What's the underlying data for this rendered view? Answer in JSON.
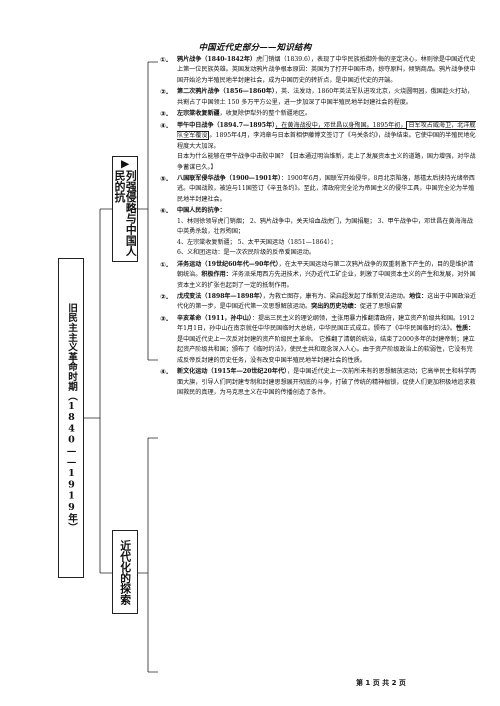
{
  "title": "中国近代史部分——知识结构",
  "main_label": "旧民主主义革命时期（1840——1919年）",
  "section1": {
    "label": "列强侵略与中国人民的抗",
    "bullet": "▶",
    "items": [
      {
        "num": "①.",
        "head": "鸦片战争（1840-1842年）",
        "text": "虎门销烟（1839.6），表现了中华民族抵御外侮的坚定决心，林则徐是中国近代史上第一位民族英雄。英国发动鸦片战争根本原因：英国为了打开中国市场，掠夺原料，倾销商品。鸦片战争使中国开始沦为半殖民地半封建社会，成为中国历史的转折点，是中国近代史的开端。"
      },
      {
        "num": "②.",
        "head": "第二次鸦片战争（1856—1860年）",
        "text": "，英、法发动，1860年英法军队进攻北京，火烧圆明园，俄国趁火打劫，共割占了中国领土 150 多万平方公里，进一步加深了中国半殖民地半封建社会的程度。"
      },
      {
        "num": "③.",
        "head": "左宗棠收复新疆",
        "text": "，收复除伊犁外的整个新疆地区。"
      },
      {
        "num": "④.",
        "head": "甲午中日战争（1894.7—1895年）",
        "text_a": "，在黄海战役中，邓世昌以身殉国。1895年初，",
        "text_u": "日军攻占威海卫，北洋舰队全军覆没",
        "text_b": "。1895年4月，李鸿章与日本首相伊藤博文签订了《马关条约》，战争结束。它使中国的半殖民地化程度大大加深。",
        "text_c": "日本为什么能够在甲午战争中击败中国？【日本通过明治维新，走上了发展资本主义的道路，国力增强，对华战争蓄谋已久。】"
      },
      {
        "num": "⑤.",
        "head": "八国联军侵华战争（1900—1901年）",
        "text": "：1900年6月，国联军开始侵华，8月北京陷落，慈禧太后挟持光绪帝西逃。中国战败，被迫与11国签订《辛丑条约》。至此，清政府完全沦为帝国主义的侵华工具，中国完全沦为半殖民地半封建社会。"
      },
      {
        "num": "⑥.",
        "head": "中国人民的抗争：",
        "lines": [
          "1、林则徐领导虎门销烟；  2、鸦片战争中，关天培血战虎门，为国捐躯；  3、甲午战争中，邓世昌在黄海海战中英勇杀敌，壮烈殉国；",
          "4、左宗棠收复新疆；    5、太平天国运动（1851—1864）；",
          "6、义和团运动：是一次农民阶级的反帝爱国运动。"
        ]
      }
    ]
  },
  "section2": {
    "label": "近代化的探索",
    "items": [
      {
        "num": "①.",
        "head": "洋务运动（19世纪60年代—90年代）",
        "text": "，在太平天国运动与第二次鸦片战争的双重刺激下产生的，目的是维护清朝统治。",
        "k1": "积极作用：",
        "t1": "洋务派采用西方先进技术，兴办近代工矿企业，刺激了中国资本主义的产生和发展，对外国资本主义的扩张也起到了一定的抵制作用。"
      },
      {
        "num": "②.",
        "head": "戊戌变法（1898年—1898年）",
        "text": "，为救亡图存，康有为、梁启超发起了维新变法运动。",
        "k1": "地位：",
        "t1": "这出于中国政治近代化的第一步，是中国近代第一次思想解放运动。",
        "k2": "突出的历史功绩：",
        "t2": "促进了思想启蒙"
      },
      {
        "num": "③.",
        "head": "辛亥革命（1911，孙中山）",
        "text": "：提出三民主义的理论纲领，主张用暴力推翻清政府，建立资产阶级共和国。1912年1月1日，孙中山在南京就任中华民国临时大总统，中华民国正式成立。颁布了《中华民国临时约法》。",
        "k1": "性质：",
        "t1": "是中国近代史上一次反对封建的资产阶级民主革命。   它推翻了清朝的统治，结束了2000多年的封建帝制；建立起资产阶级共和国；颁布了《临时约法》，使民主共和观念深入人心。由于资产阶级政治上的软弱性，它没有完成反帝反封建的历史任务，没有改变中国半殖民地半封建社会的性质。"
      },
      {
        "num": "④.",
        "head": "新文化运动（1915年—20世纪20年代）",
        "text": "，是中国近代史上一次前所未有的思想解放运动；它高举民主和科学两面大旗，引导人们同封建专制和封建思想展开彻底的斗争，打破了传统的精神枷锁，促使人们更加积极地追求救国救民的真理，为马克思主义在中国的传播创造了条件。"
      }
    ]
  },
  "footer": "第 1 页 共 2 页"
}
